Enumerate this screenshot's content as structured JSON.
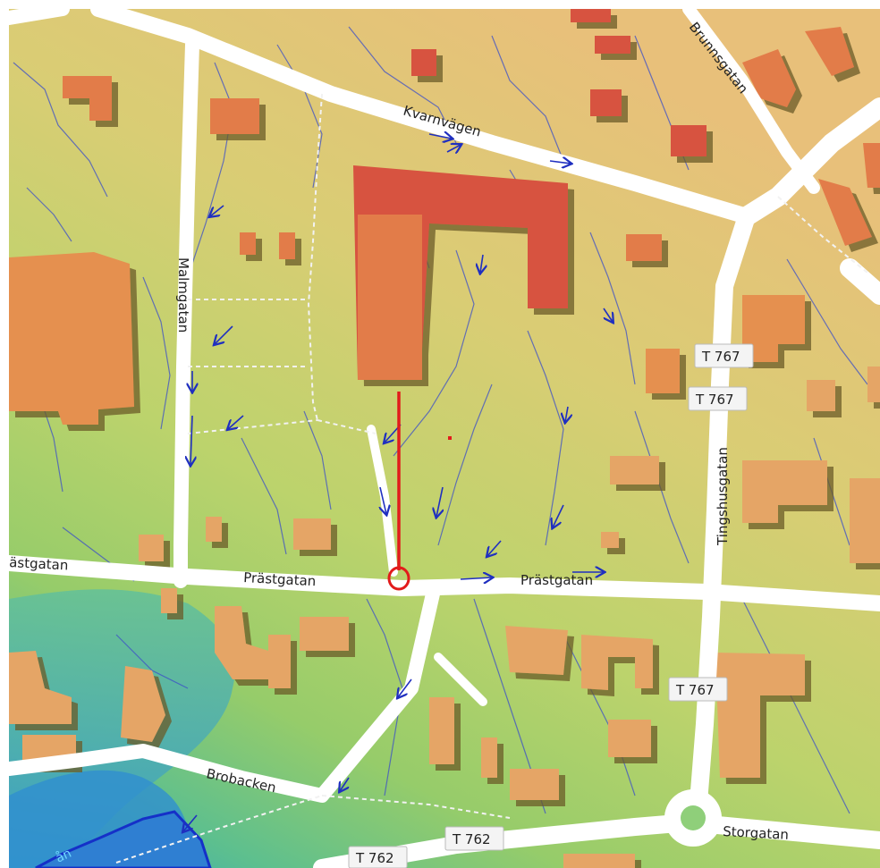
{
  "map": {
    "colors": {
      "terrain_high": "#e6c27a",
      "terrain_mid": "#b8d36a",
      "terrain_low": "#4fb8a0",
      "water": "#2f7fd2",
      "building_house": "#e5a566",
      "building_large": "#d7533f",
      "building_orange": "#e27c4a",
      "flow_arrow": "#1f2fc0",
      "profile_line": "#e21b1b",
      "road": "#ffffff"
    },
    "streets": {
      "kvarnvagen": "Kvarnvägen",
      "brunnsgatan": "Brunnsgatan",
      "malmgatan": "Malmgatan",
      "tingshusgatan": "Tingshusgatan",
      "prastgatan_left": "ästgatan",
      "prastgatan_mid": "Prästgatan",
      "prastgatan_right": "Prästgatan",
      "brobacken": "Brobacken",
      "storgatan": "Storgatan",
      "stream": "ån"
    },
    "route_shields": {
      "t767_a": "T 767",
      "t767_b": "T 767",
      "t767_c": "T 767",
      "t762_a": "T 762",
      "t762_b": "T 762"
    }
  }
}
